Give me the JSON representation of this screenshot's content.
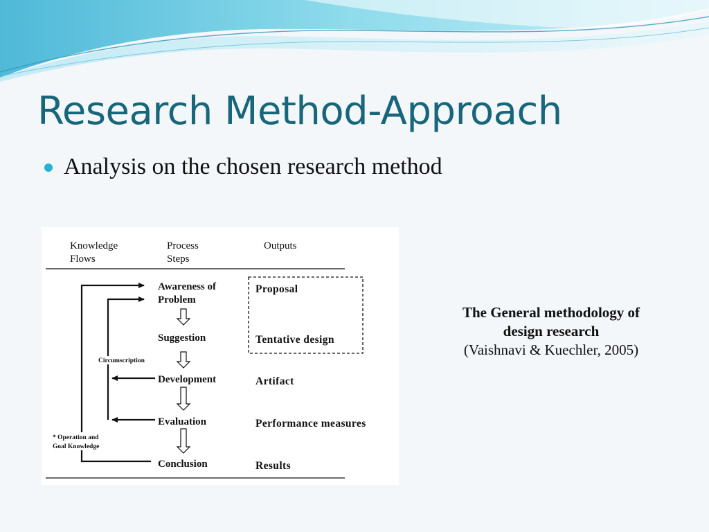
{
  "slide": {
    "title": "Research Method-Approach",
    "bullet": "Analysis on the chosen research method"
  },
  "diagram": {
    "headers": {
      "knowledge_flows": [
        "Knowledge",
        "Flows"
      ],
      "process_steps": [
        "Process",
        "Steps"
      ],
      "outputs": "Outputs"
    },
    "steps": {
      "awareness": [
        "Awareness of",
        "Problem"
      ],
      "suggestion": "Suggestion",
      "development": "Development",
      "evaluation": "Evaluation",
      "conclusion": "Conclusion"
    },
    "outputs": {
      "proposal": "Proposal",
      "tentative_design": "Tentative design",
      "artifact": "Artifact",
      "performance_measures": "Performance measures",
      "results": "Results"
    },
    "labels": {
      "circumscription": "Circumscription",
      "operation_knowledge": [
        "* Operation and",
        "Goal Knowledge"
      ]
    }
  },
  "caption": {
    "line1": "The General methodology of",
    "line2": "design research",
    "citation": "(Vaishnavi & Kuechler, 2005)"
  },
  "colors": {
    "title": "#17667a",
    "bullet": "#27b1d6",
    "wave_light": "#c9eef6",
    "wave_mid": "#7fd3e8",
    "wave_dark": "#3aa6c9"
  }
}
